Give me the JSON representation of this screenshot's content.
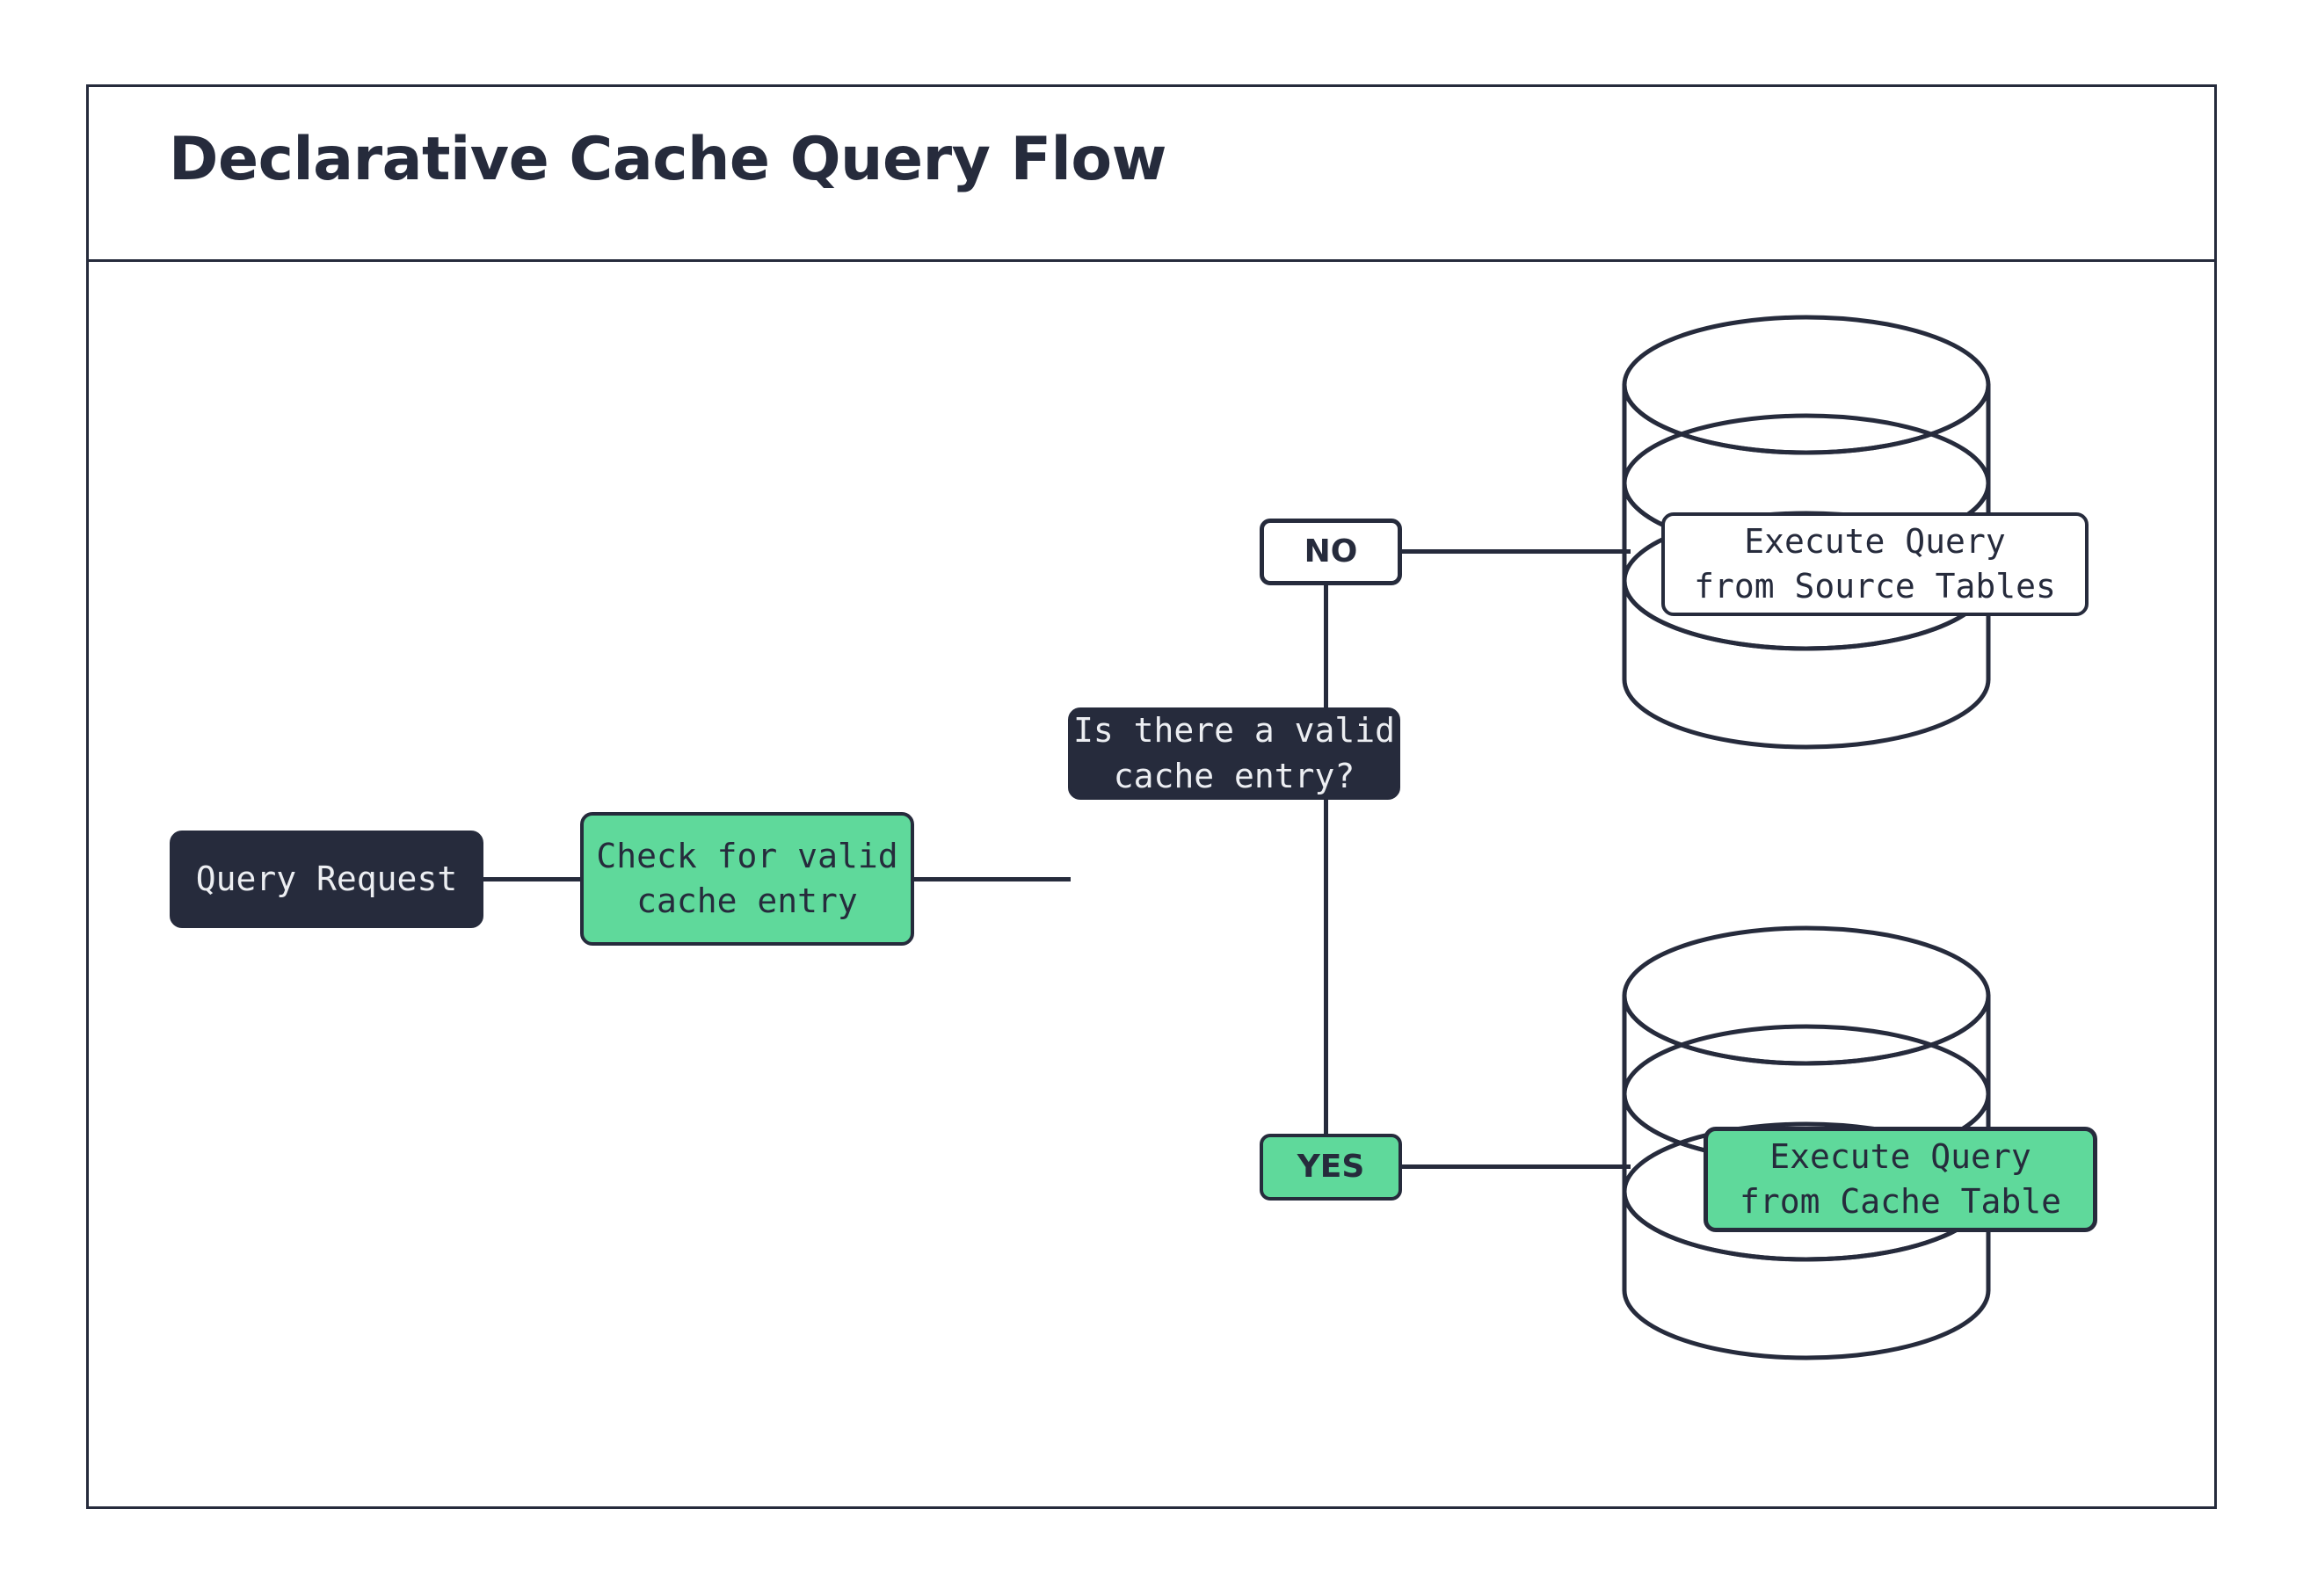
{
  "frame": {
    "title": "Declarative Cache Query Flow"
  },
  "colors": {
    "ink": "#262b3c",
    "accent_green": "#5fd99b",
    "surface": "#ffffff",
    "dark_text": "#eceef2"
  },
  "diagram": {
    "type": "flowchart",
    "nodes": [
      {
        "id": "query-request",
        "label": "Query Request",
        "shape": "rounded-rect",
        "style": "dark"
      },
      {
        "id": "check-cache",
        "label": "Check for valid\ncache entry",
        "shape": "rounded-rect",
        "style": "green"
      },
      {
        "id": "decision",
        "label": "Is there a valid\ncache entry?",
        "shape": "rounded-rect",
        "style": "dark"
      },
      {
        "id": "source-db",
        "label": "Execute Query\nfrom Source Tables",
        "shape": "database",
        "style": "plain"
      },
      {
        "id": "cache-db",
        "label": "Execute Query\nfrom Cache Table",
        "shape": "database",
        "style": "green"
      }
    ],
    "edge_labels": [
      {
        "id": "no",
        "label": "NO",
        "style": "plain"
      },
      {
        "id": "yes",
        "label": "YES",
        "style": "green"
      }
    ],
    "edges": [
      {
        "from": "query-request",
        "to": "check-cache"
      },
      {
        "from": "check-cache",
        "to": "decision"
      },
      {
        "from": "decision",
        "to": "source-db",
        "label": "NO"
      },
      {
        "from": "decision",
        "to": "cache-db",
        "label": "YES"
      }
    ]
  }
}
